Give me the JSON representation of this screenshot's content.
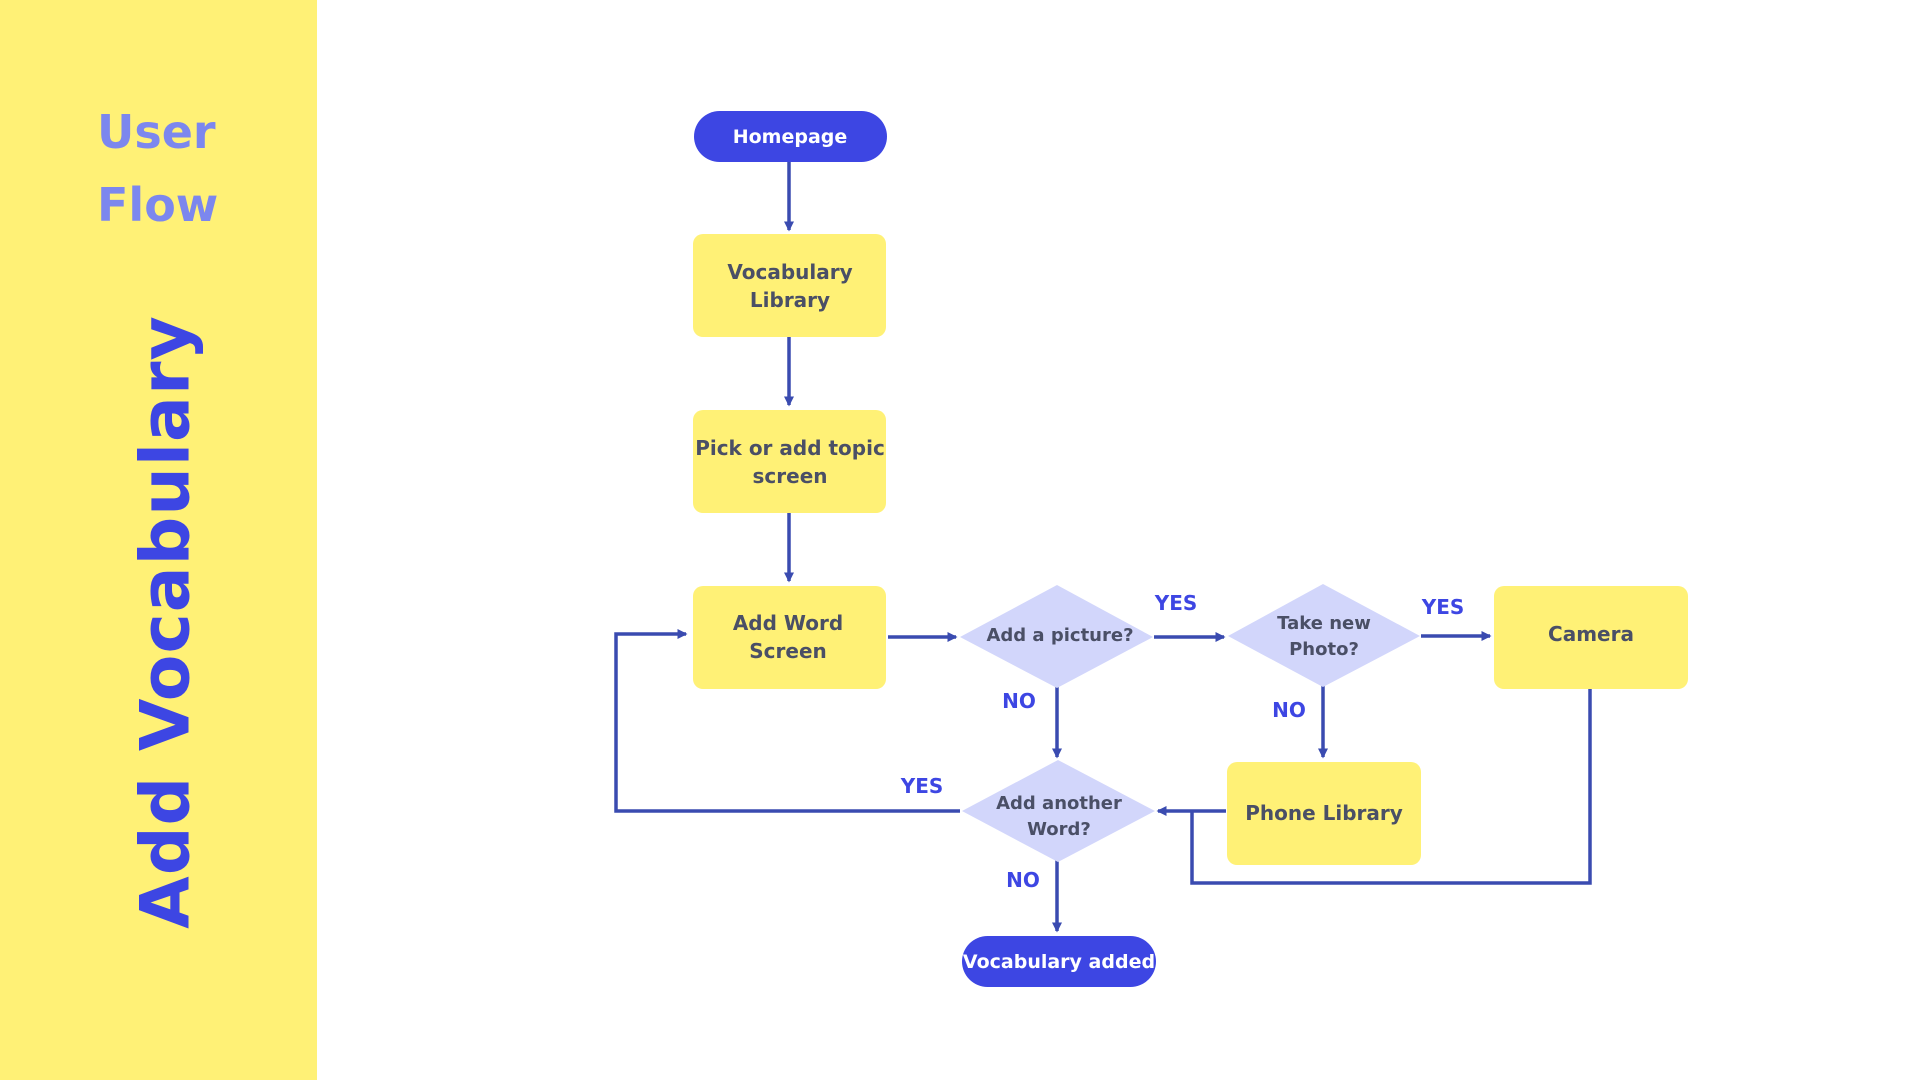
{
  "sidebar": {
    "subtitle_line1": "User",
    "subtitle_line2": "Flow",
    "title": "Add Vocabulary",
    "background_color": "#fff176",
    "subtitle_color": "#7c87ee",
    "title_color": "#3d46e3"
  },
  "flowchart": {
    "nodes": {
      "homepage": "Homepage",
      "vocab_library_line1": "Vocabulary",
      "vocab_library_line2": "Library",
      "pick_topic_line1": "Pick or add topic",
      "pick_topic_line2": "screen",
      "add_word_line1": "Add Word",
      "add_word_line2": "Screen",
      "add_picture": "Add a picture?",
      "take_photo_line1": "Take new",
      "take_photo_line2": "Photo?",
      "camera": "Camera",
      "phone_library": "Phone Library",
      "add_another_line1": "Add another",
      "add_another_line2": "Word?",
      "vocab_added": "Vocabulary added"
    },
    "edge_labels": {
      "picture_yes": "YES",
      "picture_no": "NO",
      "photo_yes": "YES",
      "photo_no": "NO",
      "another_yes": "YES",
      "another_no": "NO"
    },
    "colors": {
      "process": "#fff176",
      "terminal": "#3d46e3",
      "decision": "#d2d6fb",
      "edge": "#3a4bb0"
    }
  }
}
